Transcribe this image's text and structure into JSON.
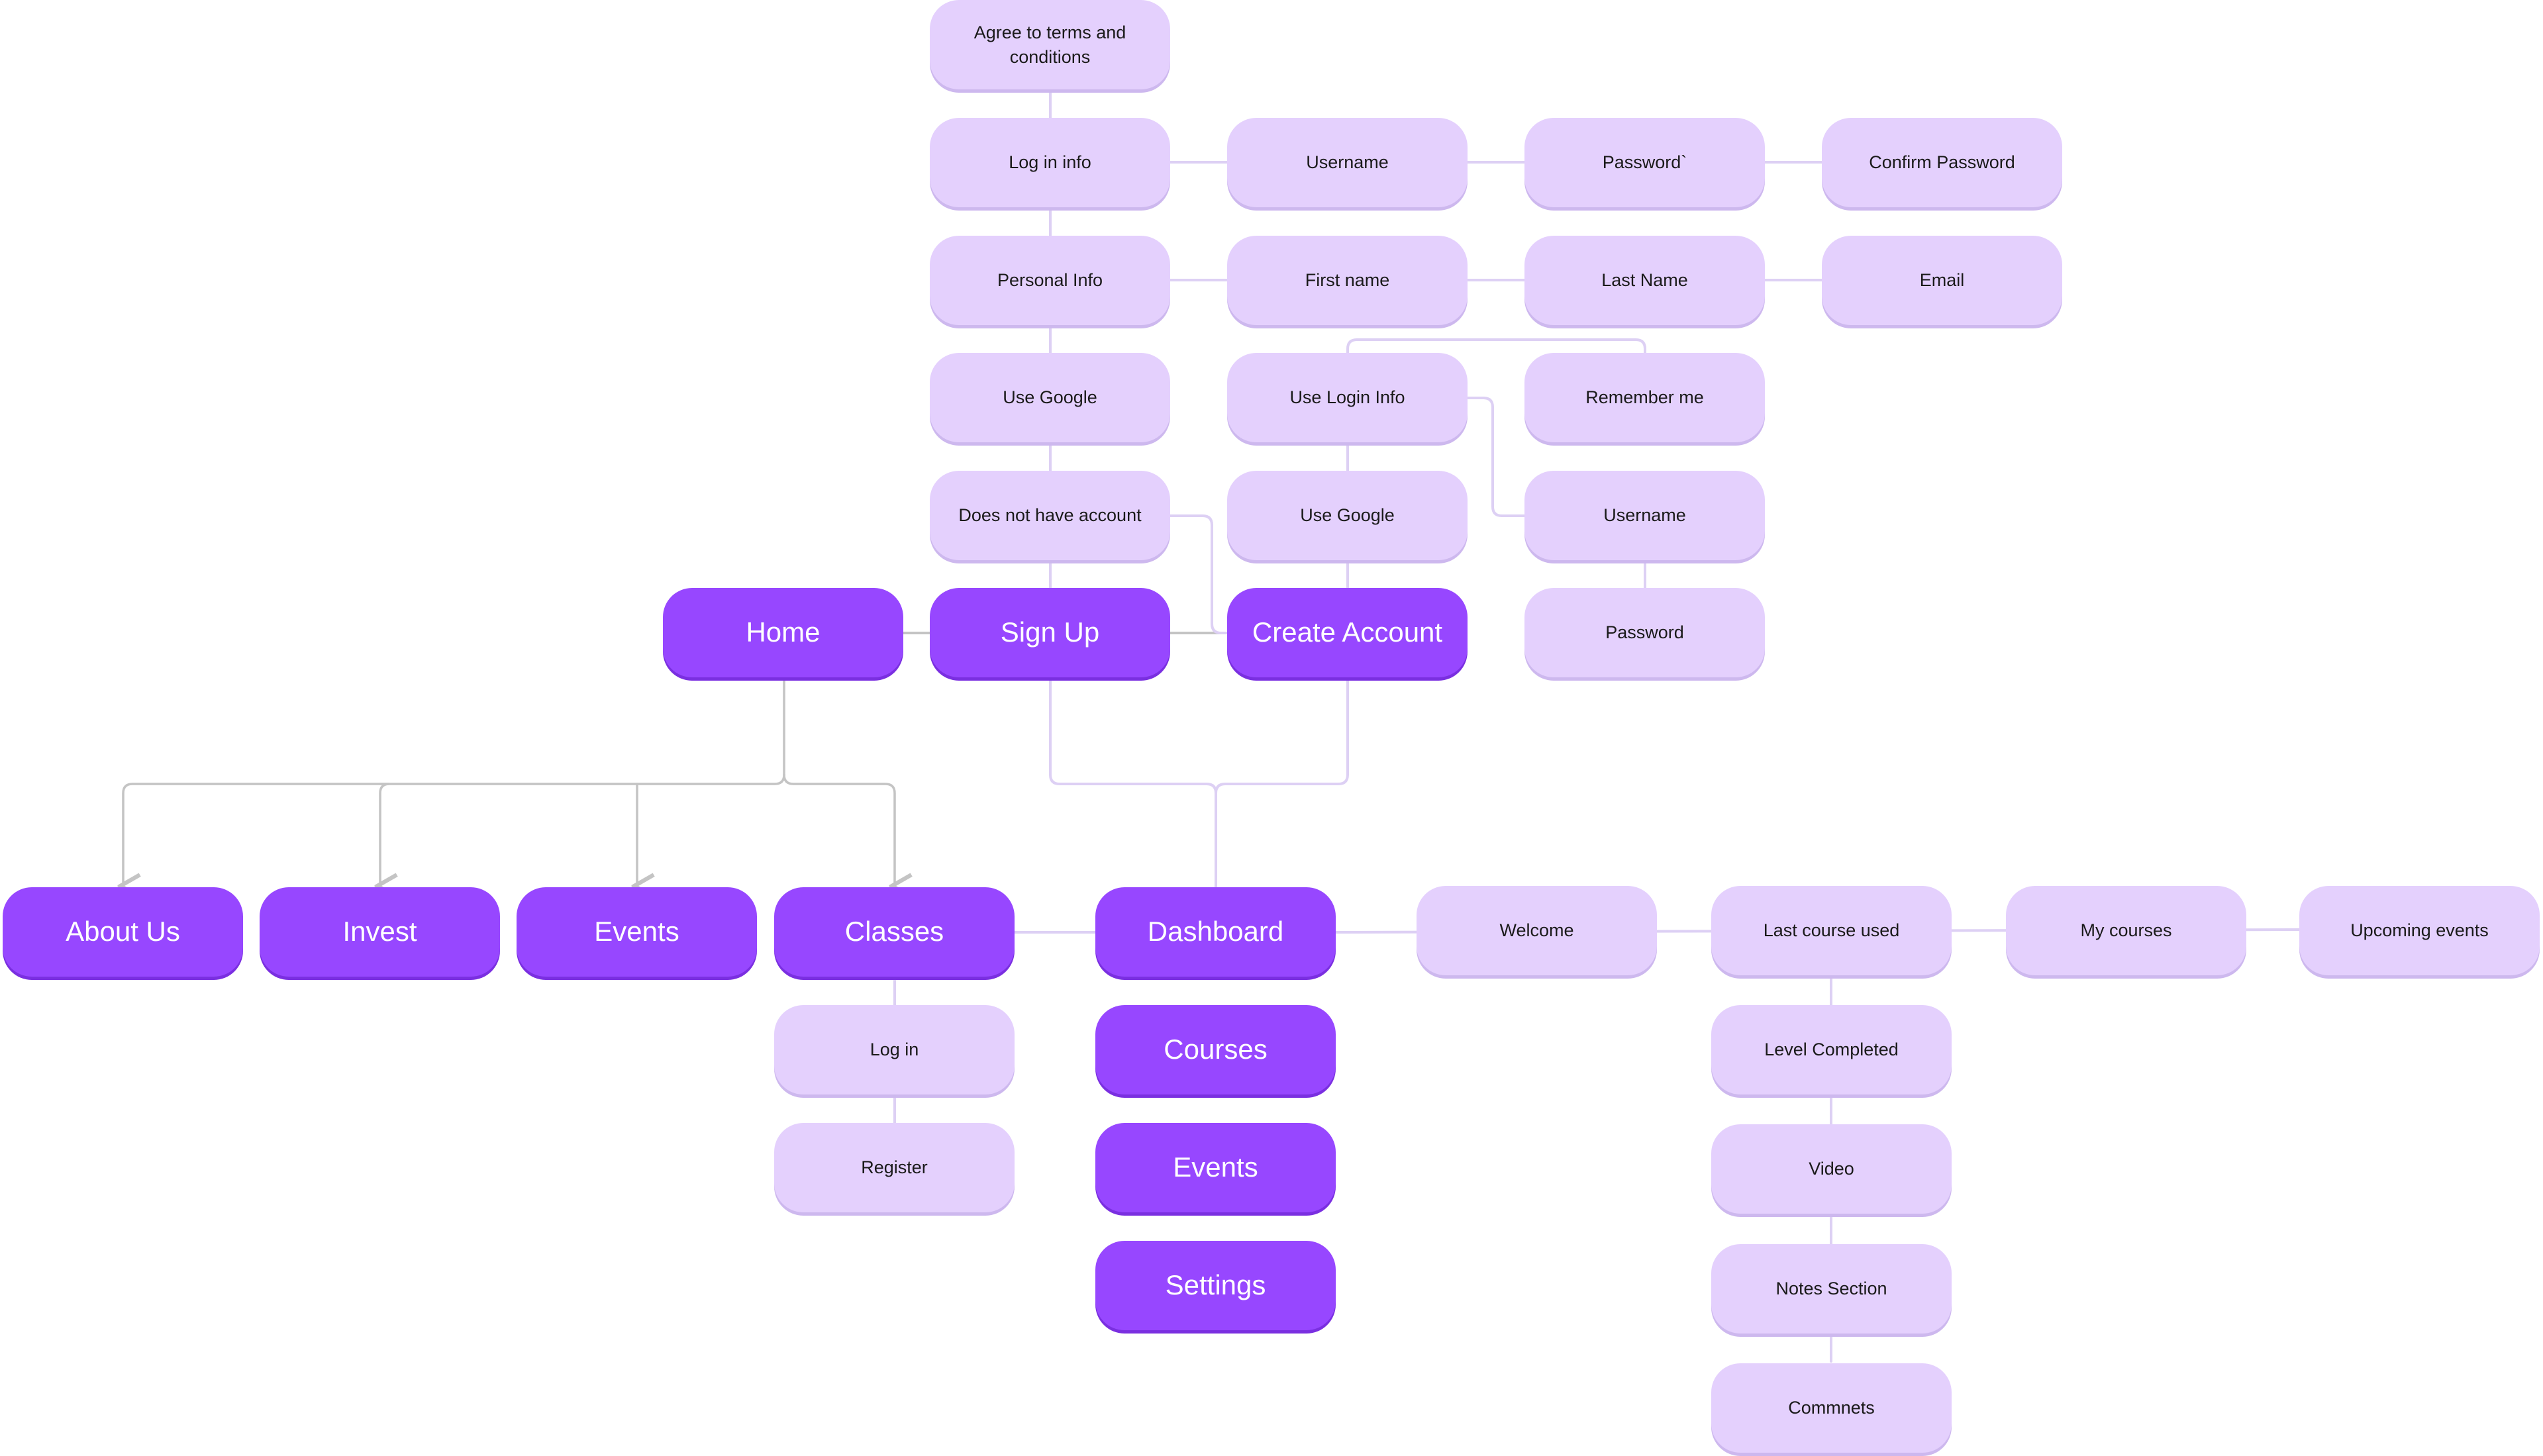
{
  "colors": {
    "primary_node": "#9747ff",
    "secondary_node": "#e4d0fd",
    "connector": "#c4c4c4",
    "connector_light": "#ddd0f4"
  },
  "nodes": {
    "home": "Home",
    "sign_up": "Sign Up",
    "create_account": "Create Account",
    "about_us": "About Us",
    "invest": "Invest",
    "events_main": "Events",
    "classes": "Classes",
    "dashboard": "Dashboard",
    "courses": "Courses",
    "events_dashboard": "Events",
    "settings": "Settings",
    "agree_terms": "Agree to terms and conditions",
    "login_info": "Log in info",
    "personal_info": "Personal Info",
    "use_google_signup": "Use Google",
    "does_not_have_account": "Does not have account",
    "username_signup": "Username",
    "password_signup": "Password`",
    "confirm_password": "Confirm Password",
    "first_name": "First name",
    "last_name": "Last Name",
    "email": "Email",
    "use_login_info": "Use Login Info",
    "remember_me": "Remember me",
    "use_google_create": "Use Google",
    "username_create": "Username",
    "password_create": "Password",
    "log_in": "Log in",
    "register": "Register",
    "welcome": "Welcome",
    "last_course_used": "Last course used",
    "my_courses": "My courses",
    "upcoming_events": "Upcoming events",
    "level_completed": "Level Completed",
    "video": "Video",
    "notes_section": "Notes Section",
    "comments": "Commnets"
  }
}
